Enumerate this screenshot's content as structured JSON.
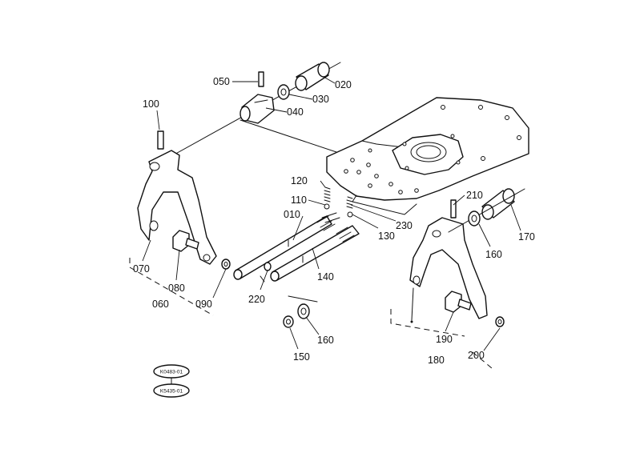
{
  "callouts": {
    "p010": "010",
    "p020": "020",
    "p030": "030",
    "p040": "040",
    "p050": "050",
    "p060": "060",
    "p070": "070",
    "p080": "080",
    "p090": "090",
    "p100": "100",
    "p110": "110",
    "p120": "120",
    "p130": "130",
    "p140": "140",
    "p150": "150",
    "p160a": "160",
    "p160b": "160",
    "p170": "170",
    "p180": "180",
    "p190": "190",
    "p200": "200",
    "p210": "210",
    "p220": "220",
    "p230": "230"
  },
  "refs": {
    "ref1": "K0483-01",
    "ref2": "K5435-01"
  }
}
